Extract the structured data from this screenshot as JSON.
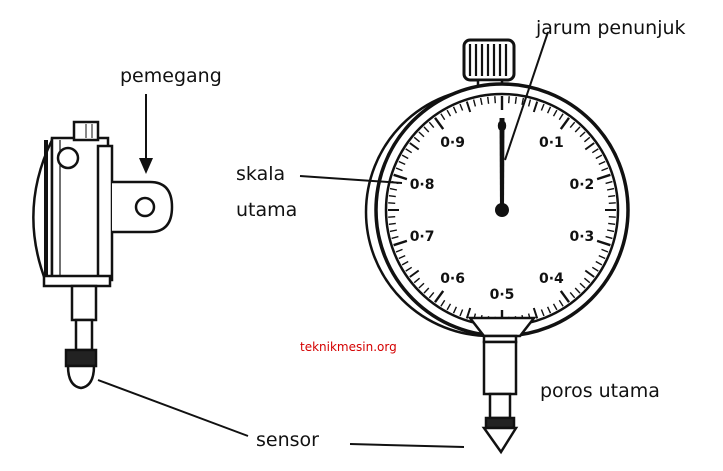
{
  "labels": {
    "holder": "pemegang",
    "pointer": "jarum penunjuk",
    "scale_line1": "skala",
    "scale_line2": "utama",
    "spindle": "poros utama",
    "sensor": "sensor"
  },
  "watermark": "teknikmesin.org",
  "dial": {
    "numbers": [
      "0",
      "0·1",
      "0·2",
      "0·3",
      "0·4",
      "0·5",
      "0·6",
      "0·7",
      "0·8",
      "0·9"
    ]
  },
  "colors": {
    "ink": "#111111",
    "watermark": "#d40000",
    "background": "#ffffff"
  }
}
